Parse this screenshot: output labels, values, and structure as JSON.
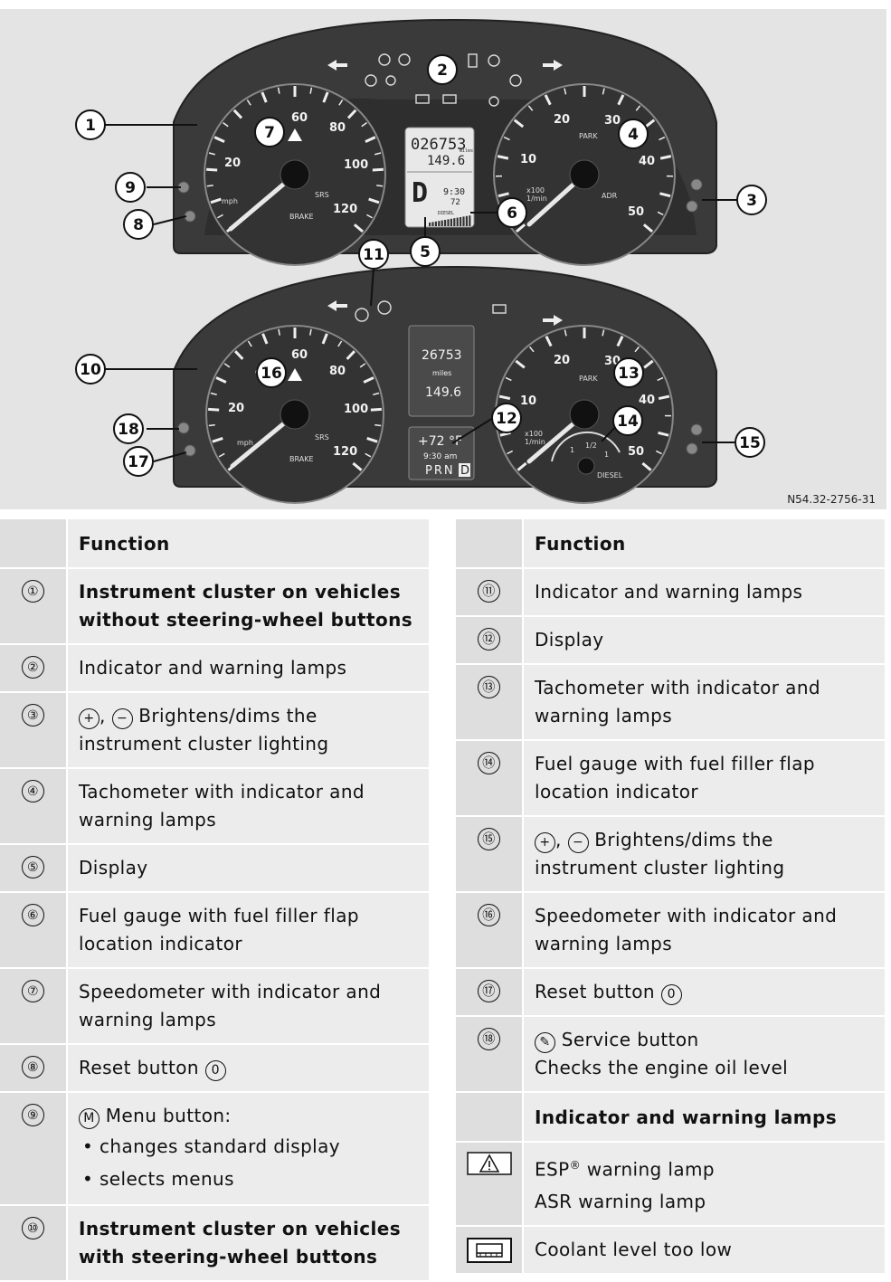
{
  "figure": {
    "code": "N54.32-2756-31",
    "callouts": [
      "1",
      "2",
      "3",
      "4",
      "5",
      "6",
      "7",
      "8",
      "9",
      "10",
      "11",
      "12",
      "13",
      "14",
      "15",
      "16",
      "17",
      "18"
    ],
    "cluster_top": {
      "speedo_scale": [
        "20",
        "40",
        "60",
        "80",
        "100",
        "120"
      ],
      "speedo_unit": "mph",
      "tacho_scale": [
        "10",
        "20",
        "30",
        "40",
        "50"
      ],
      "tacho_unit_top": "x100",
      "tacho_unit_bottom": "1/min",
      "srs": "SRS",
      "brake": "BRAKE",
      "park": "PARK",
      "adr": "ADR",
      "odometer": "026753",
      "odometer_unit": "miles",
      "trip": "149.6",
      "gear": "D",
      "time": "9:30",
      "temp": "72",
      "fuel_label": "DIESEL"
    },
    "cluster_bottom": {
      "speedo_scale": [
        "20",
        "40",
        "60",
        "80",
        "100",
        "120"
      ],
      "speedo_unit": "mph",
      "tacho_scale": [
        "10",
        "20",
        "30",
        "40",
        "50"
      ],
      "tacho_unit_top": "x100",
      "tacho_unit_bottom": "1/min",
      "srs": "SRS",
      "brake": "BRAKE",
      "park": "PARK",
      "odometer": "26753",
      "odometer_unit": "miles",
      "trip": "149.6",
      "temp": "+72 °F",
      "time": "9:30 am",
      "gears": "PRN",
      "gear_selected": "D",
      "fuel_label": "DIESEL",
      "fuel_scale": [
        "1",
        "1/2",
        "1"
      ]
    }
  },
  "table_left": {
    "header": "Function",
    "rows": [
      {
        "num": "①",
        "lines": [
          "Instrument cluster on vehicles",
          "without steering-wheel buttons"
        ],
        "bold": true
      },
      {
        "num": "②",
        "lines": [
          "Indicator and warning lamps"
        ]
      },
      {
        "num": "③",
        "plus": "+",
        "minus": "−",
        "sep": ",",
        "text1": "Brightens/dims the",
        "text2": "instrument cluster lighting"
      },
      {
        "num": "④",
        "lines": [
          "Tachometer with indicator and",
          "warning lamps"
        ]
      },
      {
        "num": "⑤",
        "lines": [
          "Display"
        ]
      },
      {
        "num": "⑥",
        "lines": [
          "Fuel gauge with fuel filler flap",
          "location indicator"
        ]
      },
      {
        "num": "⑦",
        "lines": [
          "Speedometer with indicator and",
          "warning lamps"
        ]
      },
      {
        "num": "⑧",
        "text": "Reset button",
        "button": "0"
      },
      {
        "num": "⑨",
        "button": "M",
        "text": "Menu button:",
        "bullets": [
          "changes standard display",
          "selects menus"
        ]
      },
      {
        "num": "⑩",
        "lines": [
          "Instrument cluster on vehicles",
          "with steering-wheel buttons"
        ],
        "bold": true
      }
    ]
  },
  "table_right": {
    "header": "Function",
    "rows": [
      {
        "num": "⑪",
        "lines": [
          "Indicator and warning lamps"
        ]
      },
      {
        "num": "⑫",
        "lines": [
          "Display"
        ]
      },
      {
        "num": "⑬",
        "lines": [
          "Tachometer with indicator and",
          "warning lamps"
        ]
      },
      {
        "num": "⑭",
        "lines": [
          "Fuel gauge with fuel filler flap",
          "location indicator"
        ]
      },
      {
        "num": "⑮",
        "plus": "+",
        "minus": "−",
        "sep": ",",
        "text1": "Brightens/dims the",
        "text2": "instrument cluster lighting"
      },
      {
        "num": "⑯",
        "lines": [
          "Speedometer with indicator and",
          "warning lamps"
        ]
      },
      {
        "num": "⑰",
        "text": "Reset button",
        "button": "0"
      },
      {
        "num": "⑱",
        "text": "Service button",
        "text2": "Checks the engine oil level"
      },
      {
        "subheader": "Indicator and warning lamps"
      },
      {
        "icon": "esp-warning-icon",
        "line1": "ESP",
        "sup": "®",
        "line1b": " warning lamp",
        "line2": "ASR warning lamp"
      },
      {
        "icon": "coolant-level-icon",
        "lines": [
          "Coolant level too low"
        ]
      }
    ]
  }
}
